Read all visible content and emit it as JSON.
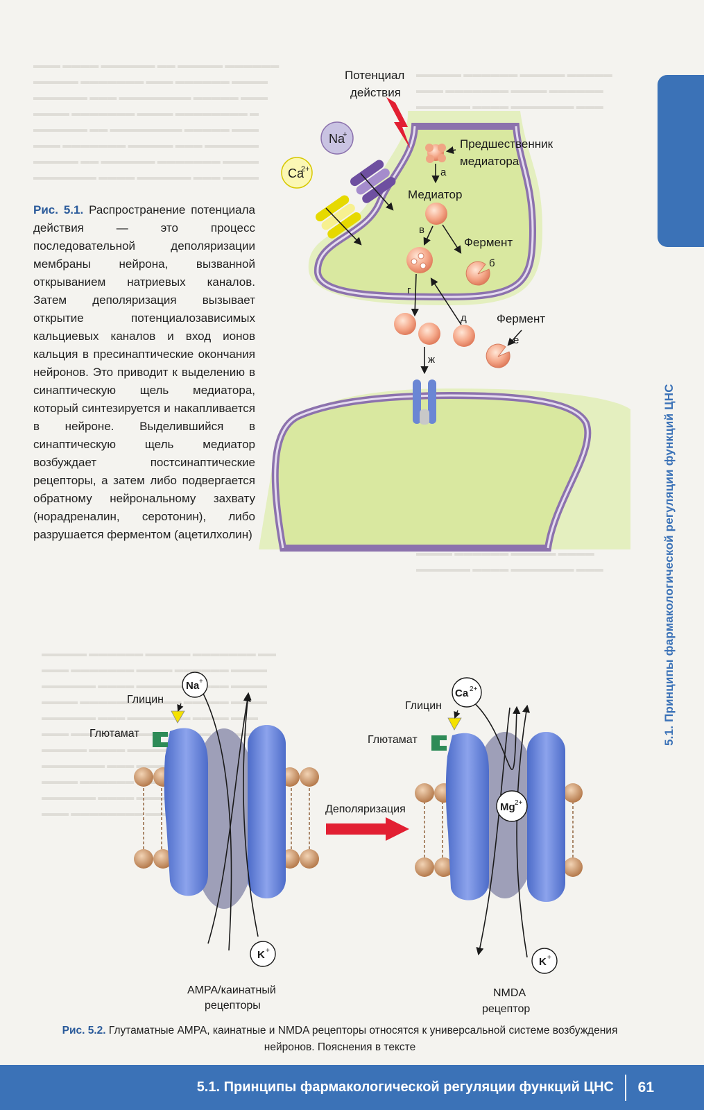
{
  "figure1": {
    "caption_label": "Рис. 5.1.",
    "caption_text": " Распространение потенциала действия — это процесс последовательной деполяризации мембраны нейрона, вызванной открыванием натриевых каналов. Затем деполяризация вызывает открытие потенциалозависимых кальциевых каналов и вход ионов кальция в пресинаптические окончания нейронов. Это приводит к выделению в синаптическую щель медиатора, который синтезируется и накапливается в нейроне. Выделившийся в синаптическую щель медиатор возбуждает постсинаптические рецепторы, а затем либо подвергается обратному нейрональному захвату (норадреналин, серотонин), либо разрушается ферментом (ацетилхолин)",
    "action_potential_line1": "Потенциал",
    "action_potential_line2": "действия",
    "ion_na": "Na",
    "ion_na_sup": "+",
    "ion_ca": "Ca",
    "ion_ca_sup": "2+",
    "precursor_line1": "Предшественник",
    "precursor_line2": "медиатора",
    "mediator": "Медиатор",
    "enzyme1": "Фермент",
    "enzyme2": "Фермент",
    "step_a": "а",
    "step_b": "б",
    "step_v": "в",
    "step_g": "г",
    "step_d": "д",
    "step_e": "е",
    "step_zh": "ж"
  },
  "figure2": {
    "glycine_left": "Глицин",
    "glutamate_left": "Глютамат",
    "na": "Na",
    "na_sup": "+",
    "k_left": "K",
    "k_left_sup": "+",
    "ampa_line1": "AMPA/каинатный",
    "ampa_line2": "рецепторы",
    "depolarization": "Деполяризация",
    "glycine_right": "Глицин",
    "glutamate_right": "Глютамат",
    "ca": "Ca",
    "ca_sup": "2+",
    "mg": "Mg",
    "mg_sup": "2+",
    "k_right": "K",
    "k_right_sup": "+",
    "nmda_line1": "NMDA",
    "nmda_line2": "рецептор",
    "caption_label": "Рис. 5.2.",
    "caption_text": " Глутаматные AMPA, каинатные и NMDA рецепторы относятся к универсальной системе возбуждения нейронов. Пояснения в тексте"
  },
  "sidebar": {
    "title": "5.1. Принципы фармакологической регуляции функций ЦНС"
  },
  "footer": {
    "title": "5.1. Принципы фармакологической регуляции функций ЦНС",
    "page": "61"
  },
  "colors": {
    "accent": "#3b72b7",
    "caption_label": "#2a5a9a",
    "neuron_fill": "#dbe8a4",
    "membrane": "#8c72ad",
    "receptor": "#6b86d6",
    "arrow_red": "#e21f32"
  }
}
